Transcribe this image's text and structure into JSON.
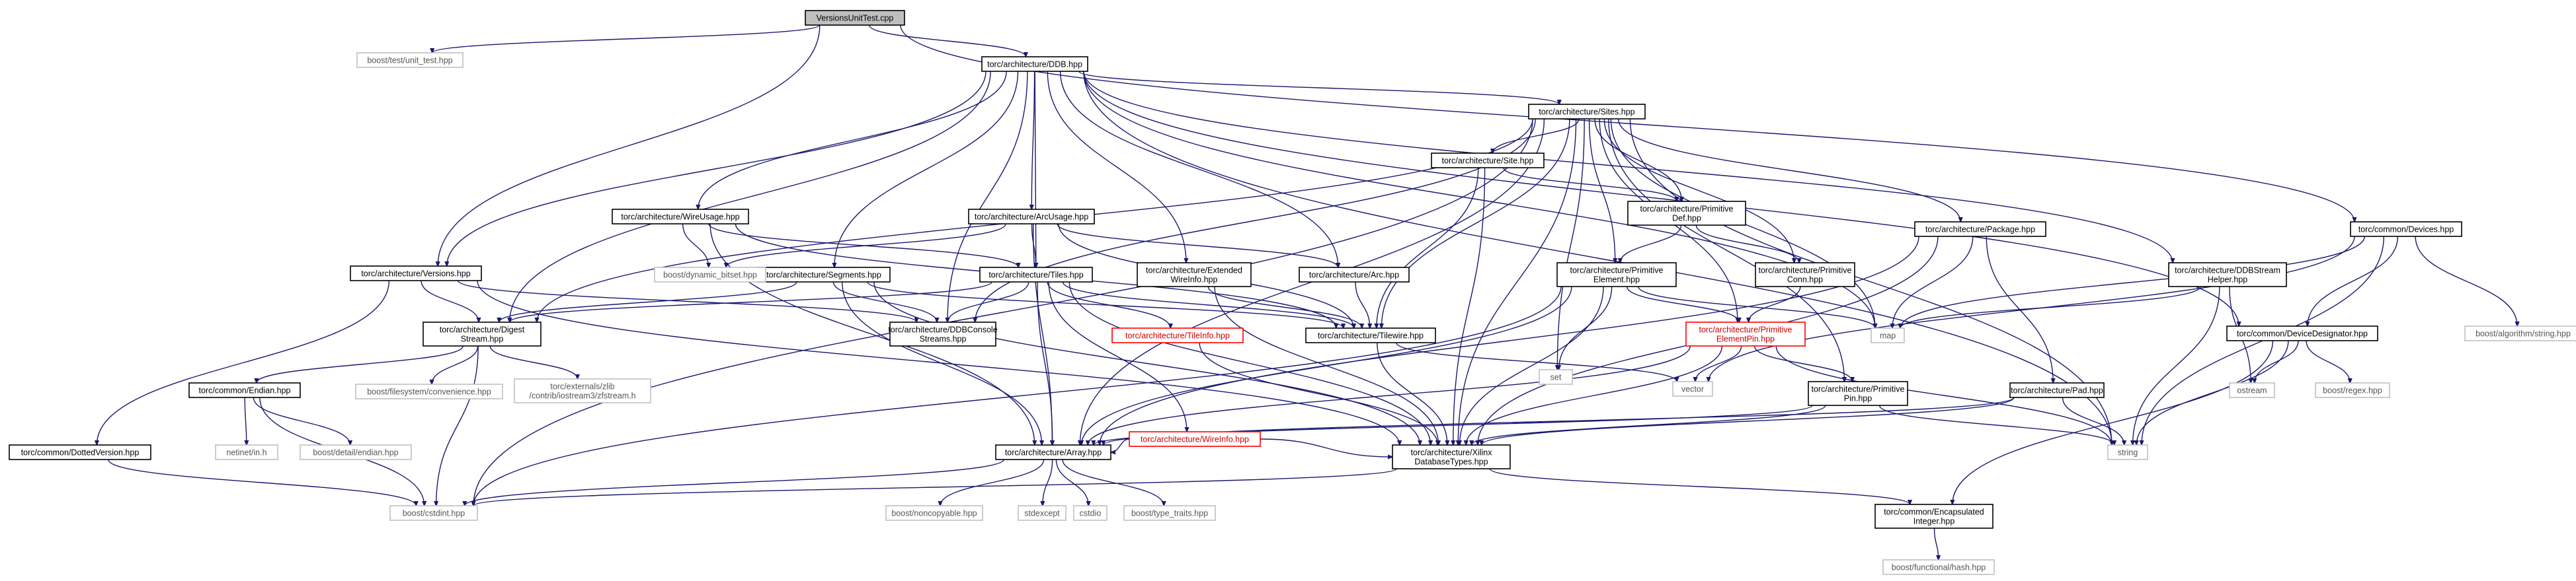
{
  "graph": {
    "title": "VersionsUnitTest.cpp",
    "colors": {
      "edge": "#191970",
      "root_fill": "#bfbfbf",
      "external_border": "#bfbfbf",
      "missing_border": "#ff0000"
    },
    "nodes": [
      {
        "id": "root",
        "lines": [
          "VersionsUnitTest.cpp"
        ],
        "kind": "root"
      },
      {
        "id": "unittest",
        "lines": [
          "boost/test/unit_test.hpp"
        ],
        "kind": "external"
      },
      {
        "id": "ddb",
        "lines": [
          "torc/architecture/DDB.hpp"
        ],
        "kind": "normal"
      },
      {
        "id": "devices",
        "lines": [
          "torc/common/Devices.hpp"
        ],
        "kind": "normal"
      },
      {
        "id": "sites",
        "lines": [
          "torc/architecture/Sites.hpp"
        ],
        "kind": "normal"
      },
      {
        "id": "wireusage",
        "lines": [
          "torc/architecture/WireUsage.hpp"
        ],
        "kind": "normal"
      },
      {
        "id": "versions",
        "lines": [
          "torc/architecture/Versions.hpp"
        ],
        "kind": "normal"
      },
      {
        "id": "arcusage",
        "lines": [
          "torc/architecture/ArcUsage.hpp"
        ],
        "kind": "normal"
      },
      {
        "id": "segments",
        "lines": [
          "torc/architecture/Segments.hpp"
        ],
        "kind": "normal"
      },
      {
        "id": "tiles",
        "lines": [
          "torc/architecture/Tiles.hpp"
        ],
        "kind": "normal"
      },
      {
        "id": "extwireinfo",
        "lines": [
          "torc/architecture/Extended",
          "WireInfo.hpp"
        ],
        "kind": "normal"
      },
      {
        "id": "arc",
        "lines": [
          "torc/architecture/Arc.hpp"
        ],
        "kind": "normal"
      },
      {
        "id": "site",
        "lines": [
          "torc/architecture/Site.hpp"
        ],
        "kind": "normal"
      },
      {
        "id": "primdef",
        "lines": [
          "torc/architecture/Primitive",
          "Def.hpp"
        ],
        "kind": "normal"
      },
      {
        "id": "primelem",
        "lines": [
          "torc/architecture/Primitive",
          "Element.hpp"
        ],
        "kind": "normal"
      },
      {
        "id": "primconn",
        "lines": [
          "torc/architecture/Primitive",
          "Conn.hpp"
        ],
        "kind": "normal"
      },
      {
        "id": "package",
        "lines": [
          "torc/architecture/Package.hpp"
        ],
        "kind": "normal"
      },
      {
        "id": "ddbstream",
        "lines": [
          "torc/architecture/DDBStream",
          "Helper.hpp"
        ],
        "kind": "normal"
      },
      {
        "id": "dynbitset",
        "lines": [
          "boost/dynamic_bitset.hpp"
        ],
        "kind": "external"
      },
      {
        "id": "digest",
        "lines": [
          "torc/architecture/Digest",
          "Stream.hpp"
        ],
        "kind": "normal"
      },
      {
        "id": "ddbconsole",
        "lines": [
          "torc/architecture/DDBConsole",
          "Streams.hpp"
        ],
        "kind": "normal"
      },
      {
        "id": "tileinfo",
        "lines": [
          "torc/architecture/TileInfo.hpp"
        ],
        "kind": "missing"
      },
      {
        "id": "tilewire",
        "lines": [
          "torc/architecture/Tilewire.hpp"
        ],
        "kind": "normal"
      },
      {
        "id": "set",
        "lines": [
          "set"
        ],
        "kind": "external"
      },
      {
        "id": "map",
        "lines": [
          "map"
        ],
        "kind": "external"
      },
      {
        "id": "primelempin",
        "lines": [
          "torc/architecture/Primitive",
          "ElementPin.hpp"
        ],
        "kind": "missing"
      },
      {
        "id": "devdesig",
        "lines": [
          "torc/common/DeviceDesignator.hpp"
        ],
        "kind": "normal"
      },
      {
        "id": "algostring",
        "lines": [
          "boost/algorithm/string.hpp"
        ],
        "kind": "external"
      },
      {
        "id": "endian",
        "lines": [
          "torc/common/Endian.hpp"
        ],
        "kind": "normal"
      },
      {
        "id": "filesystem",
        "lines": [
          "boost/filesystem/convenience.hpp"
        ],
        "kind": "external"
      },
      {
        "id": "zfstream",
        "lines": [
          "torc/externals/zlib",
          "/contrib/iostream3/zfstream.h"
        ],
        "kind": "external"
      },
      {
        "id": "wireinfo",
        "lines": [
          "torc/architecture/WireInfo.hpp"
        ],
        "kind": "missing"
      },
      {
        "id": "vector",
        "lines": [
          "vector"
        ],
        "kind": "external"
      },
      {
        "id": "primpin",
        "lines": [
          "torc/architecture/Primitive",
          "Pin.hpp"
        ],
        "kind": "normal"
      },
      {
        "id": "pad",
        "lines": [
          "torc/architecture/Pad.hpp"
        ],
        "kind": "normal"
      },
      {
        "id": "ostream",
        "lines": [
          "ostream"
        ],
        "kind": "external"
      },
      {
        "id": "regex",
        "lines": [
          "boost/regex.hpp"
        ],
        "kind": "external"
      },
      {
        "id": "dotted",
        "lines": [
          "torc/common/DottedVersion.hpp"
        ],
        "kind": "normal"
      },
      {
        "id": "netinet",
        "lines": [
          "netinet/in.h"
        ],
        "kind": "external"
      },
      {
        "id": "detailendian",
        "lines": [
          "boost/detail/endian.hpp"
        ],
        "kind": "external"
      },
      {
        "id": "array",
        "lines": [
          "torc/architecture/Array.hpp"
        ],
        "kind": "normal"
      },
      {
        "id": "xilinx",
        "lines": [
          "torc/architecture/Xilinx",
          "DatabaseTypes.hpp"
        ],
        "kind": "normal"
      },
      {
        "id": "string",
        "lines": [
          "string"
        ],
        "kind": "external"
      },
      {
        "id": "cstdint",
        "lines": [
          "boost/cstdint.hpp"
        ],
        "kind": "external"
      },
      {
        "id": "noncopyable",
        "lines": [
          "boost/noncopyable.hpp"
        ],
        "kind": "external"
      },
      {
        "id": "stdexcept",
        "lines": [
          "stdexcept"
        ],
        "kind": "external"
      },
      {
        "id": "cstdio",
        "lines": [
          "cstdio"
        ],
        "kind": "external"
      },
      {
        "id": "typetraits",
        "lines": [
          "boost/type_traits.hpp"
        ],
        "kind": "external"
      },
      {
        "id": "encint",
        "lines": [
          "torc/common/Encapsulated",
          "Integer.hpp"
        ],
        "kind": "normal"
      },
      {
        "id": "hash",
        "lines": [
          "boost/functional/hash.hpp"
        ],
        "kind": "external"
      }
    ],
    "edges": [
      [
        "root",
        "unittest"
      ],
      [
        "root",
        "ddb"
      ],
      [
        "root",
        "devices"
      ],
      [
        "root",
        "versions"
      ],
      [
        "ddb",
        "sites"
      ],
      [
        "ddb",
        "wireusage"
      ],
      [
        "ddb",
        "versions"
      ],
      [
        "ddb",
        "arcusage"
      ],
      [
        "ddb",
        "segments"
      ],
      [
        "ddb",
        "tiles"
      ],
      [
        "ddb",
        "extwireinfo"
      ],
      [
        "ddb",
        "arc"
      ],
      [
        "ddb",
        "ddbstream"
      ],
      [
        "ddb",
        "ddbconsole"
      ],
      [
        "ddb",
        "digest"
      ],
      [
        "ddb",
        "map"
      ],
      [
        "ddb",
        "string"
      ],
      [
        "ddb",
        "devdesig"
      ],
      [
        "sites",
        "site"
      ],
      [
        "sites",
        "primdef"
      ],
      [
        "sites",
        "primelem"
      ],
      [
        "sites",
        "primconn"
      ],
      [
        "sites",
        "package"
      ],
      [
        "sites",
        "primelempin"
      ],
      [
        "sites",
        "primpin"
      ],
      [
        "sites",
        "tilewire"
      ],
      [
        "sites",
        "set"
      ],
      [
        "sites",
        "map"
      ],
      [
        "sites",
        "string"
      ],
      [
        "sites",
        "xilinx"
      ],
      [
        "sites",
        "array"
      ],
      [
        "sites",
        "digest"
      ],
      [
        "sites",
        "ddbconsole"
      ],
      [
        "sites",
        "cstdint"
      ],
      [
        "site",
        "primdef"
      ],
      [
        "site",
        "tilewire"
      ],
      [
        "site",
        "xilinx"
      ],
      [
        "primdef",
        "primelem"
      ],
      [
        "primdef",
        "primconn"
      ],
      [
        "primelem",
        "primelempin"
      ],
      [
        "primelem",
        "set"
      ],
      [
        "primelem",
        "map"
      ],
      [
        "primelem",
        "xilinx"
      ],
      [
        "primelem",
        "array"
      ],
      [
        "primelem",
        "cstdint"
      ],
      [
        "primconn",
        "primelempin"
      ],
      [
        "primelempin",
        "primpin"
      ],
      [
        "primelempin",
        "xilinx"
      ],
      [
        "primelempin",
        "array"
      ],
      [
        "primelempin",
        "vector"
      ],
      [
        "primelempin",
        "string"
      ],
      [
        "primpin",
        "xilinx"
      ],
      [
        "primpin",
        "string"
      ],
      [
        "primpin",
        "array"
      ],
      [
        "package",
        "pad"
      ],
      [
        "package",
        "map"
      ],
      [
        "package",
        "xilinx"
      ],
      [
        "package",
        "array"
      ],
      [
        "pad",
        "xilinx"
      ],
      [
        "pad",
        "string"
      ],
      [
        "pad",
        "array"
      ],
      [
        "ddbstream",
        "map"
      ],
      [
        "ddbstream",
        "ostream"
      ],
      [
        "ddbstream",
        "string"
      ],
      [
        "devices",
        "devdesig"
      ],
      [
        "devices",
        "algostring"
      ],
      [
        "devices",
        "map"
      ],
      [
        "devices",
        "string"
      ],
      [
        "devices",
        "vector"
      ],
      [
        "devdesig",
        "regex"
      ],
      [
        "devdesig",
        "string"
      ],
      [
        "devdesig",
        "ostream"
      ],
      [
        "devdesig",
        "encint"
      ],
      [
        "wireusage",
        "dynbitset"
      ],
      [
        "wireusage",
        "tiles"
      ],
      [
        "wireusage",
        "tilewire"
      ],
      [
        "wireusage",
        "array"
      ],
      [
        "arcusage",
        "dynbitset"
      ],
      [
        "arcusage",
        "tiles"
      ],
      [
        "arcusage",
        "arc"
      ],
      [
        "arcusage",
        "tilewire"
      ],
      [
        "arcusage",
        "array"
      ],
      [
        "arc",
        "tilewire"
      ],
      [
        "extwireinfo",
        "tilewire"
      ],
      [
        "extwireinfo",
        "xilinx"
      ],
      [
        "versions",
        "digest"
      ],
      [
        "versions",
        "ddbconsole"
      ],
      [
        "versions",
        "dotted"
      ],
      [
        "versions",
        "xilinx"
      ],
      [
        "segments",
        "digest"
      ],
      [
        "segments",
        "ddbconsole"
      ],
      [
        "segments",
        "tilewire"
      ],
      [
        "segments",
        "array"
      ],
      [
        "segments",
        "xilinx"
      ],
      [
        "tiles",
        "digest"
      ],
      [
        "tiles",
        "ddbconsole"
      ],
      [
        "tiles",
        "tileinfo"
      ],
      [
        "tiles",
        "wireinfo"
      ],
      [
        "tiles",
        "array"
      ],
      [
        "tiles",
        "xilinx"
      ],
      [
        "tiles",
        "tilewire"
      ],
      [
        "tilewire",
        "xilinx"
      ],
      [
        "tilewire",
        "vector"
      ],
      [
        "tileinfo",
        "xilinx"
      ],
      [
        "wireinfo",
        "xilinx"
      ],
      [
        "wireinfo",
        "array"
      ],
      [
        "digest",
        "endian"
      ],
      [
        "digest",
        "filesystem"
      ],
      [
        "digest",
        "zfstream"
      ],
      [
        "digest",
        "cstdint"
      ],
      [
        "endian",
        "netinet"
      ],
      [
        "endian",
        "detailendian"
      ],
      [
        "endian",
        "cstdint"
      ],
      [
        "dotted",
        "cstdint"
      ],
      [
        "array",
        "noncopyable"
      ],
      [
        "array",
        "stdexcept"
      ],
      [
        "array",
        "cstdio"
      ],
      [
        "array",
        "typetraits"
      ],
      [
        "array",
        "cstdint"
      ],
      [
        "xilinx",
        "encint"
      ],
      [
        "xilinx",
        "cstdint"
      ],
      [
        "encint",
        "hash"
      ]
    ]
  }
}
